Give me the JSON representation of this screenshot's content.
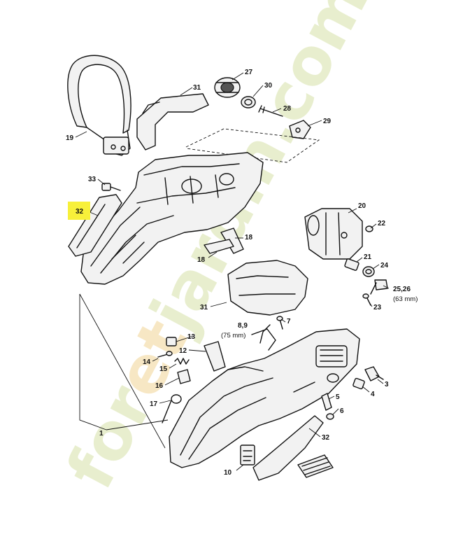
{
  "callouts": {
    "c1": "1",
    "c3": "3",
    "c4": "4",
    "c5": "5",
    "c6": "6",
    "c7": "7",
    "c89": "8,9",
    "c10": "10",
    "c12": "12",
    "c13": "13",
    "c14": "14",
    "c15": "15",
    "c16": "16",
    "c17": "17",
    "c18a": "18",
    "c18b": "18",
    "c19": "19",
    "c20": "20",
    "c21": "21",
    "c22": "22",
    "c23": "23",
    "c24": "24",
    "c2526": "25,26",
    "c27": "27",
    "c28": "28",
    "c29": "29",
    "c30": "30",
    "c31a": "31",
    "c31b": "31",
    "c32a": "32",
    "c32b": "32",
    "c33": "33"
  },
  "notes": {
    "n75": "(75 mm)",
    "n63": "(63 mm)"
  },
  "watermark": {
    "text_a": "for",
    "text_b": "et",
    "text_c": "jardin.com"
  },
  "colors": {
    "highlight": "#f7f03a",
    "watermark_green": "#b9cc6a",
    "watermark_orange": "#e8b84a",
    "line": "#111111"
  }
}
